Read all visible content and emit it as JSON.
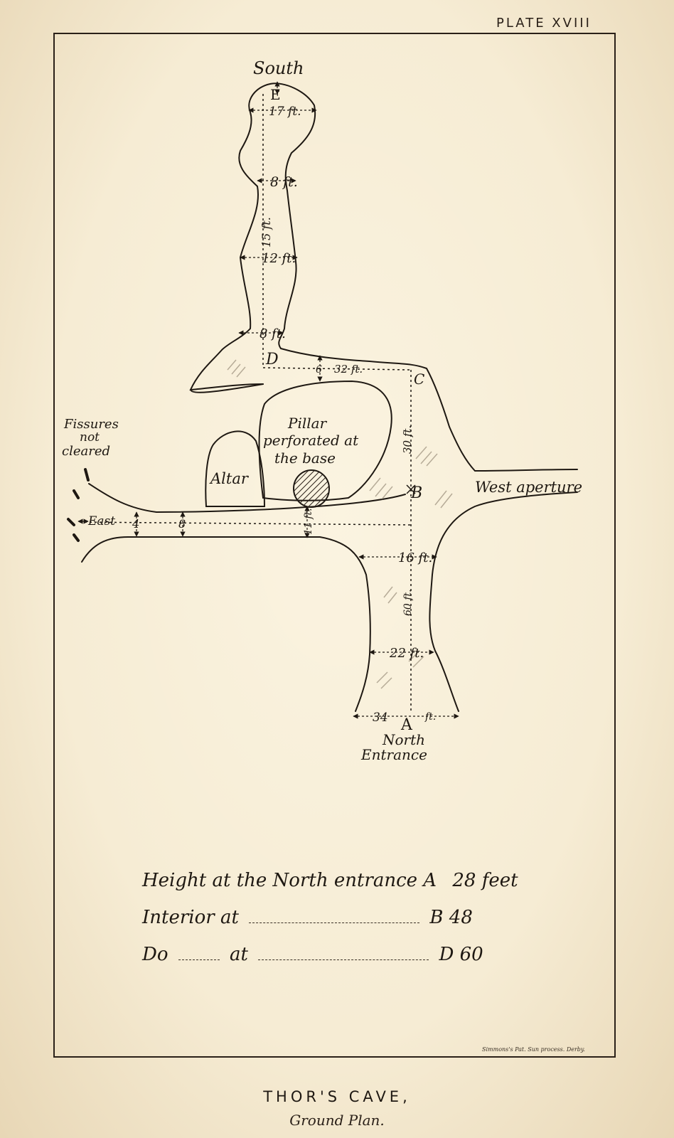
{
  "plate_number": "PLATE XVIII",
  "labels": {
    "south": "South",
    "e": "E",
    "d": "D",
    "c": "C",
    "b": "B",
    "a": "A",
    "pillar_line1": "Pillar",
    "pillar_line2": "perforated at",
    "pillar_line3": "the base",
    "altar": "Altar",
    "fissures_line1": "Fissures",
    "fissures_line2": "not",
    "fissures_line3": "cleared",
    "west_aperture": "West aperture",
    "east": "East",
    "north_line1": "North",
    "north_line2": "Entrance"
  },
  "measurements": {
    "m17": "17 ft.",
    "m8_upper": "8 ft.",
    "m15": "15 ft.",
    "m12": "12 ft.",
    "m8_lower": "8 ft.",
    "m32": "32 ft.",
    "m6": "6",
    "m30": "30 ft.",
    "m4": "4",
    "m8_east": "8",
    "m11": "11 ft.",
    "m16": "16 ft.",
    "m60": "60 ft.",
    "m22": "22 ft.",
    "m34": "34",
    "m34_unit": "ft."
  },
  "legend": {
    "row1_text": "Height at the North entrance A",
    "row1_value": "28 feet",
    "row2_text": "Interior at",
    "row2_value": "B 48",
    "row3_text": "Do",
    "row3_mid": "at",
    "row3_value": "D 60"
  },
  "engraver_credit": "Simmons's Pat. Sun process. Derby.",
  "caption": {
    "title": "THOR'S CAVE,",
    "subtitle": "Ground Plan."
  }
}
